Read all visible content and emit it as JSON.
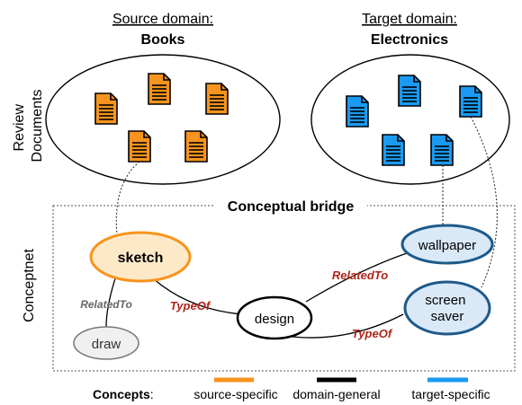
{
  "source": {
    "label": "Source domain:",
    "name": "Books"
  },
  "target": {
    "label": "Target domain:",
    "name": "Electronics"
  },
  "side_labels": {
    "docs_line1": "Review",
    "docs_line2": "Documents",
    "conceptnet": "Conceptnet"
  },
  "bridge_label": "Conceptual bridge",
  "nodes": {
    "sketch": "sketch",
    "draw": "draw",
    "design": "design",
    "wallpaper": "wallpaper",
    "screen_saver_1": "screen",
    "screen_saver_2": "saver"
  },
  "edges": {
    "related_to_left": "RelatedTo",
    "type_of_left": "TypeOf",
    "related_to_right": "RelatedTo",
    "type_of_right": "TypeOf"
  },
  "legend": {
    "title": "Concepts",
    "colon": ":",
    "items": [
      {
        "label": "source-specific",
        "color": "#f7941d"
      },
      {
        "label": "domain-general",
        "color": "#000000"
      },
      {
        "label": "target-specific",
        "color": "#1a9af0"
      }
    ]
  },
  "colors": {
    "source_doc": "#f7941d",
    "target_doc": "#1a9af0",
    "source_node_fill": "#fde9c8",
    "target_node_fill": "#d9e9f7",
    "target_node_stroke": "#1f5a8a",
    "edge_label": "#b02418"
  }
}
